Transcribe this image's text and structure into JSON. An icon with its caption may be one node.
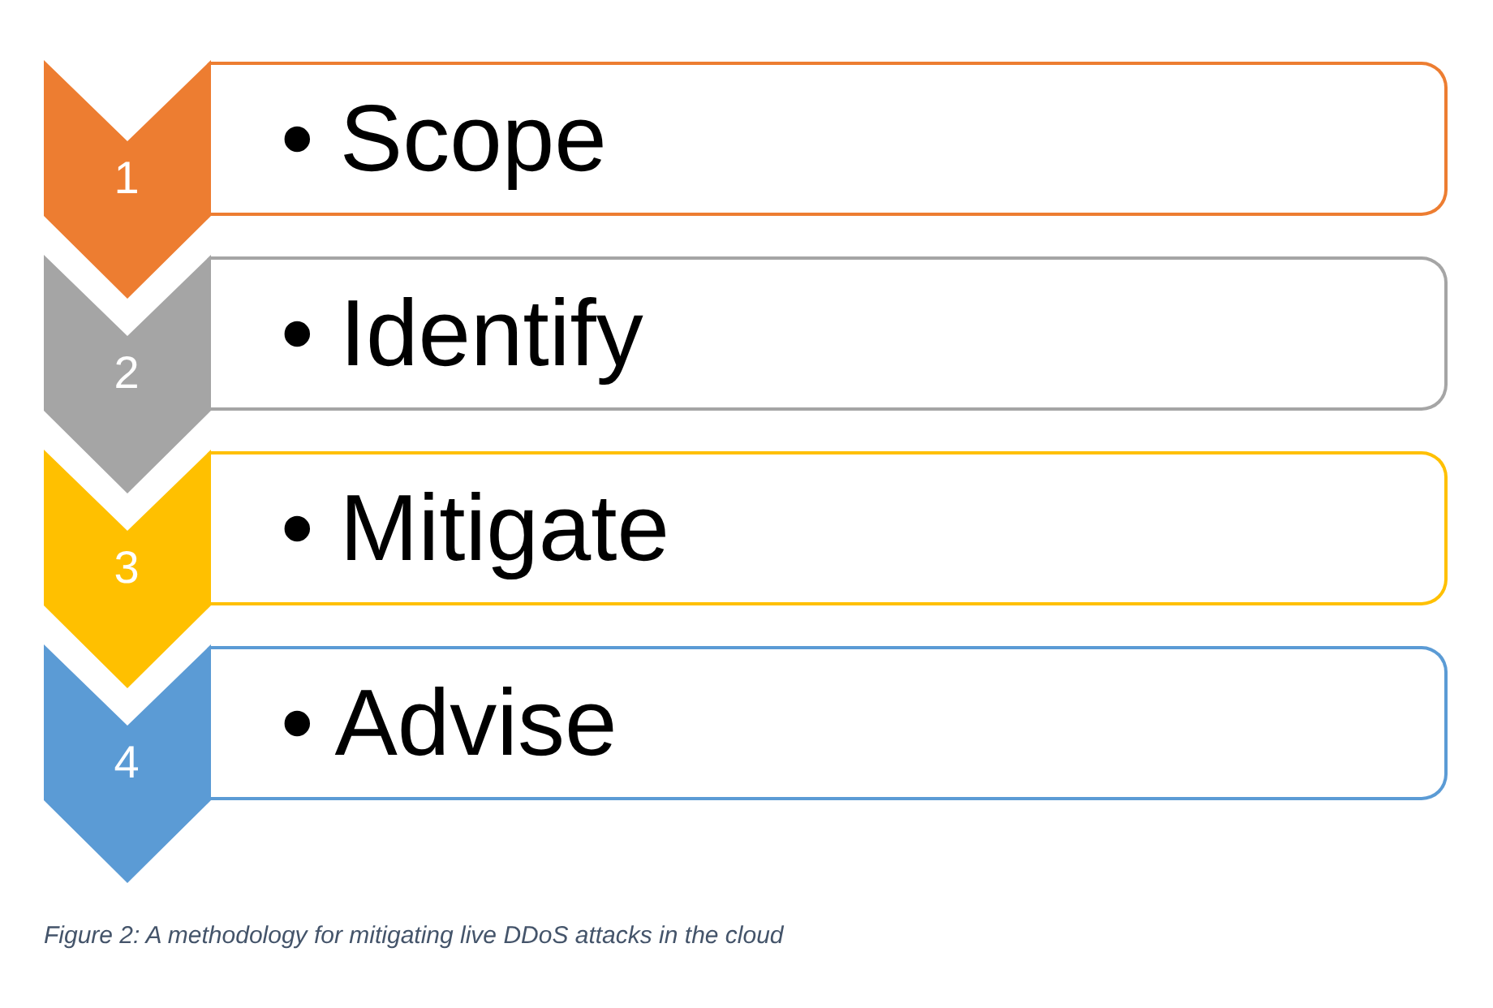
{
  "diagram": {
    "caption": "Figure 2: A methodology for mitigating live DDoS attacks in the cloud",
    "nodes": [
      {
        "text": [
          "1"
        ]
      },
      {
        "text": [
          "• Scope"
        ]
      },
      {
        "text": [
          "2"
        ]
      },
      {
        "text": [
          "• Identify"
        ]
      },
      {
        "text": [
          "3"
        ]
      },
      {
        "text": [
          "• Mitigate"
        ]
      },
      {
        "text": [
          "4"
        ]
      },
      {
        "text": [
          "• Advise"
        ]
      }
    ]
  }
}
